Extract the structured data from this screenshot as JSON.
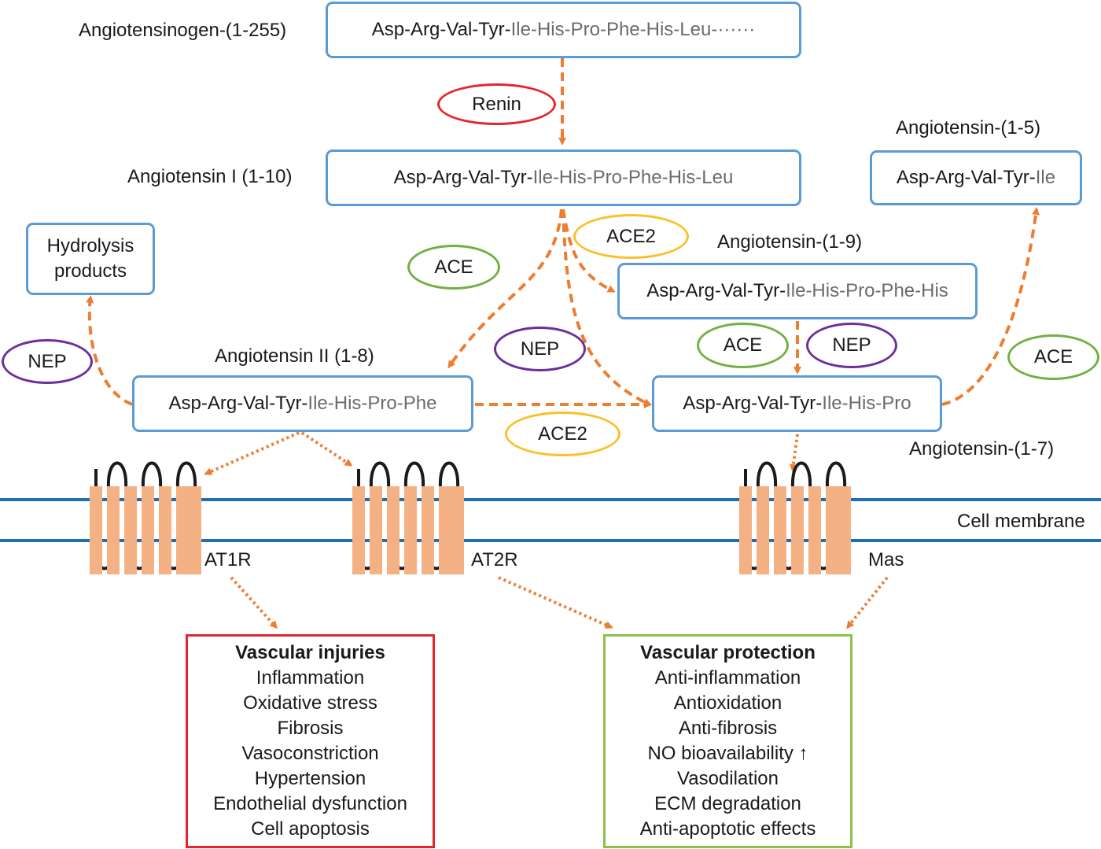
{
  "peptides": {
    "angiotensinogen": {
      "name": "Angiotensinogen-(1-255)",
      "seq_black": "Asp-Arg-Val-Tyr-",
      "seq_grey": "Ile-His-Pro-Phe-His-Leu-······"
    },
    "ang1": {
      "name": "Angiotensin I (1-10)",
      "seq_black": "Asp-Arg-Val-Tyr-",
      "seq_grey": "Ile-His-Pro-Phe-His-Leu"
    },
    "ang15": {
      "name": "Angiotensin-(1-5)",
      "seq_black": "Asp-Arg-Val-Tyr-",
      "seq_grey": "Ile"
    },
    "ang19": {
      "name": "Angiotensin-(1-9)",
      "seq_black": "Asp-Arg-Val-Tyr-",
      "seq_grey": "Ile-His-Pro-Phe-His"
    },
    "ang2": {
      "name": "Angiotensin II (1-8)",
      "seq_black": "Asp-Arg-Val-Tyr-",
      "seq_grey": "Ile-His-Pro-Phe"
    },
    "ang17": {
      "name": "Angiotensin-(1-7)",
      "seq_black": "Asp-Arg-Val-Tyr-",
      "seq_grey": "Ile-His-Pro"
    },
    "hydrolysis": {
      "line1": "Hydrolysis",
      "line2": "products"
    }
  },
  "enzymes": {
    "renin": "Renin",
    "ace": "ACE",
    "ace2": "ACE2",
    "nep": "NEP"
  },
  "membrane": {
    "label": "Cell membrane"
  },
  "receptors": {
    "at1r": "AT1R",
    "at2r": "AT2R",
    "mas": "Mas"
  },
  "injuries": {
    "title": "Vascular injuries",
    "items": [
      "Inflammation",
      "Oxidative stress",
      "Fibrosis",
      "Vasoconstriction",
      "Hypertension",
      "Endothelial dysfunction",
      "Cell apoptosis"
    ]
  },
  "protection": {
    "title": "Vascular protection",
    "items": [
      "Anti-inflammation",
      "Antioxidation",
      "Anti-fibrosis",
      "NO bioavailability ↑",
      "Vasodilation",
      "ECM degradation",
      "Anti-apoptotic effects"
    ]
  },
  "colors": {
    "box_border": "#5b9bd5",
    "arrow": "#ed7d31",
    "membrane": "#1f6fb5",
    "receptor_helix": "#f4b183",
    "renin": "#e3262e",
    "ace": "#72b043",
    "ace2": "#fbc02d",
    "nep": "#6e2f9a",
    "injury_border": "#e3262e",
    "protection_border": "#8dc04b"
  }
}
